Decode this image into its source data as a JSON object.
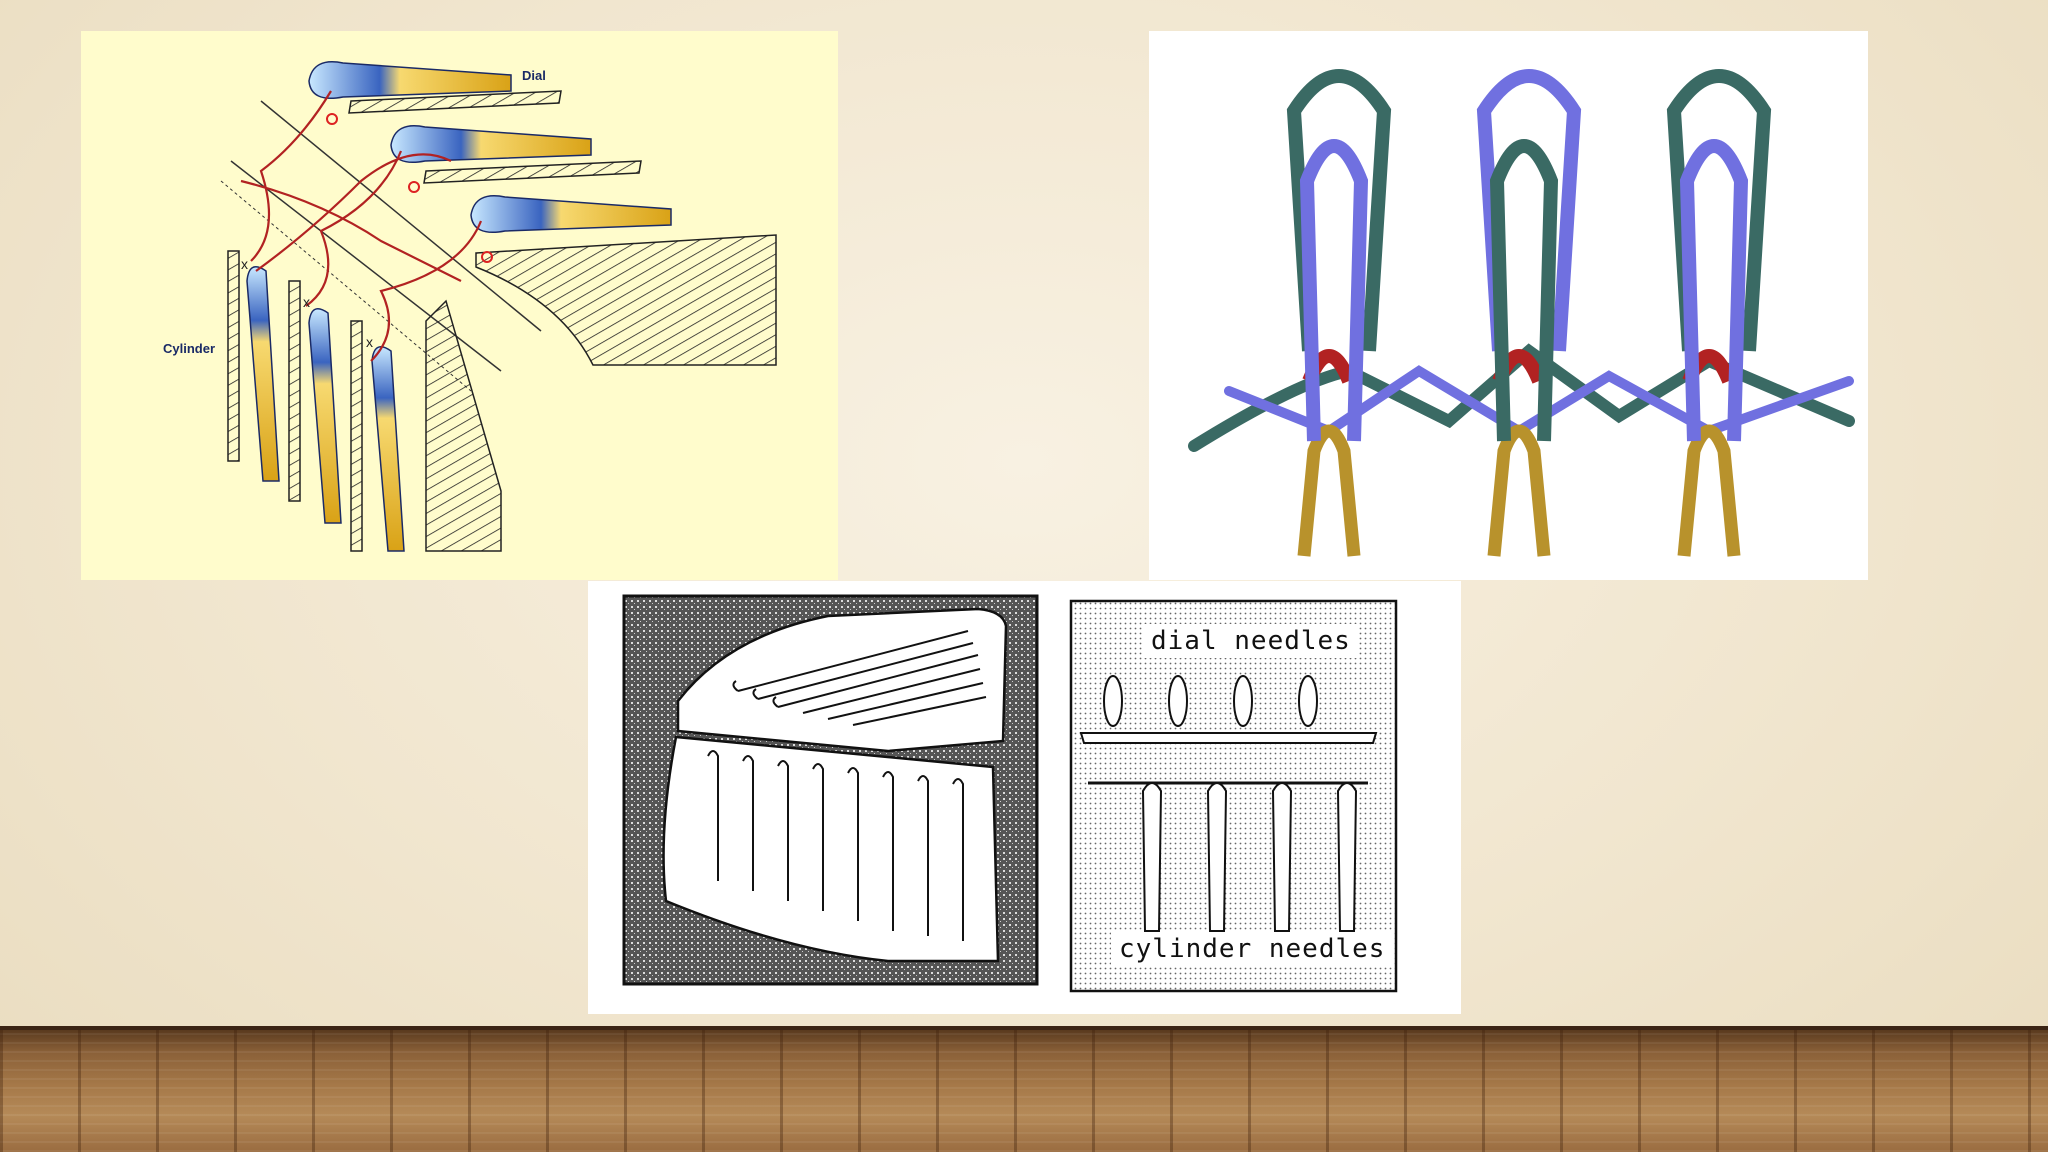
{
  "stitch_diagram": {
    "dial_label": "Dial",
    "cylinder_label": "Cylinder"
  },
  "needle_diagram": {
    "dial_label": "dial needles",
    "cylinder_label": "cylinder needles"
  },
  "colors": {
    "panel_yellow": "#fffccc",
    "needle_gold": "#e8b420",
    "needle_blue": "#3a64c0",
    "yarn_red": "#b22222",
    "loop_teal": "#3a6a64",
    "loop_purple": "#7070e0",
    "loop_gold": "#b8922c"
  }
}
